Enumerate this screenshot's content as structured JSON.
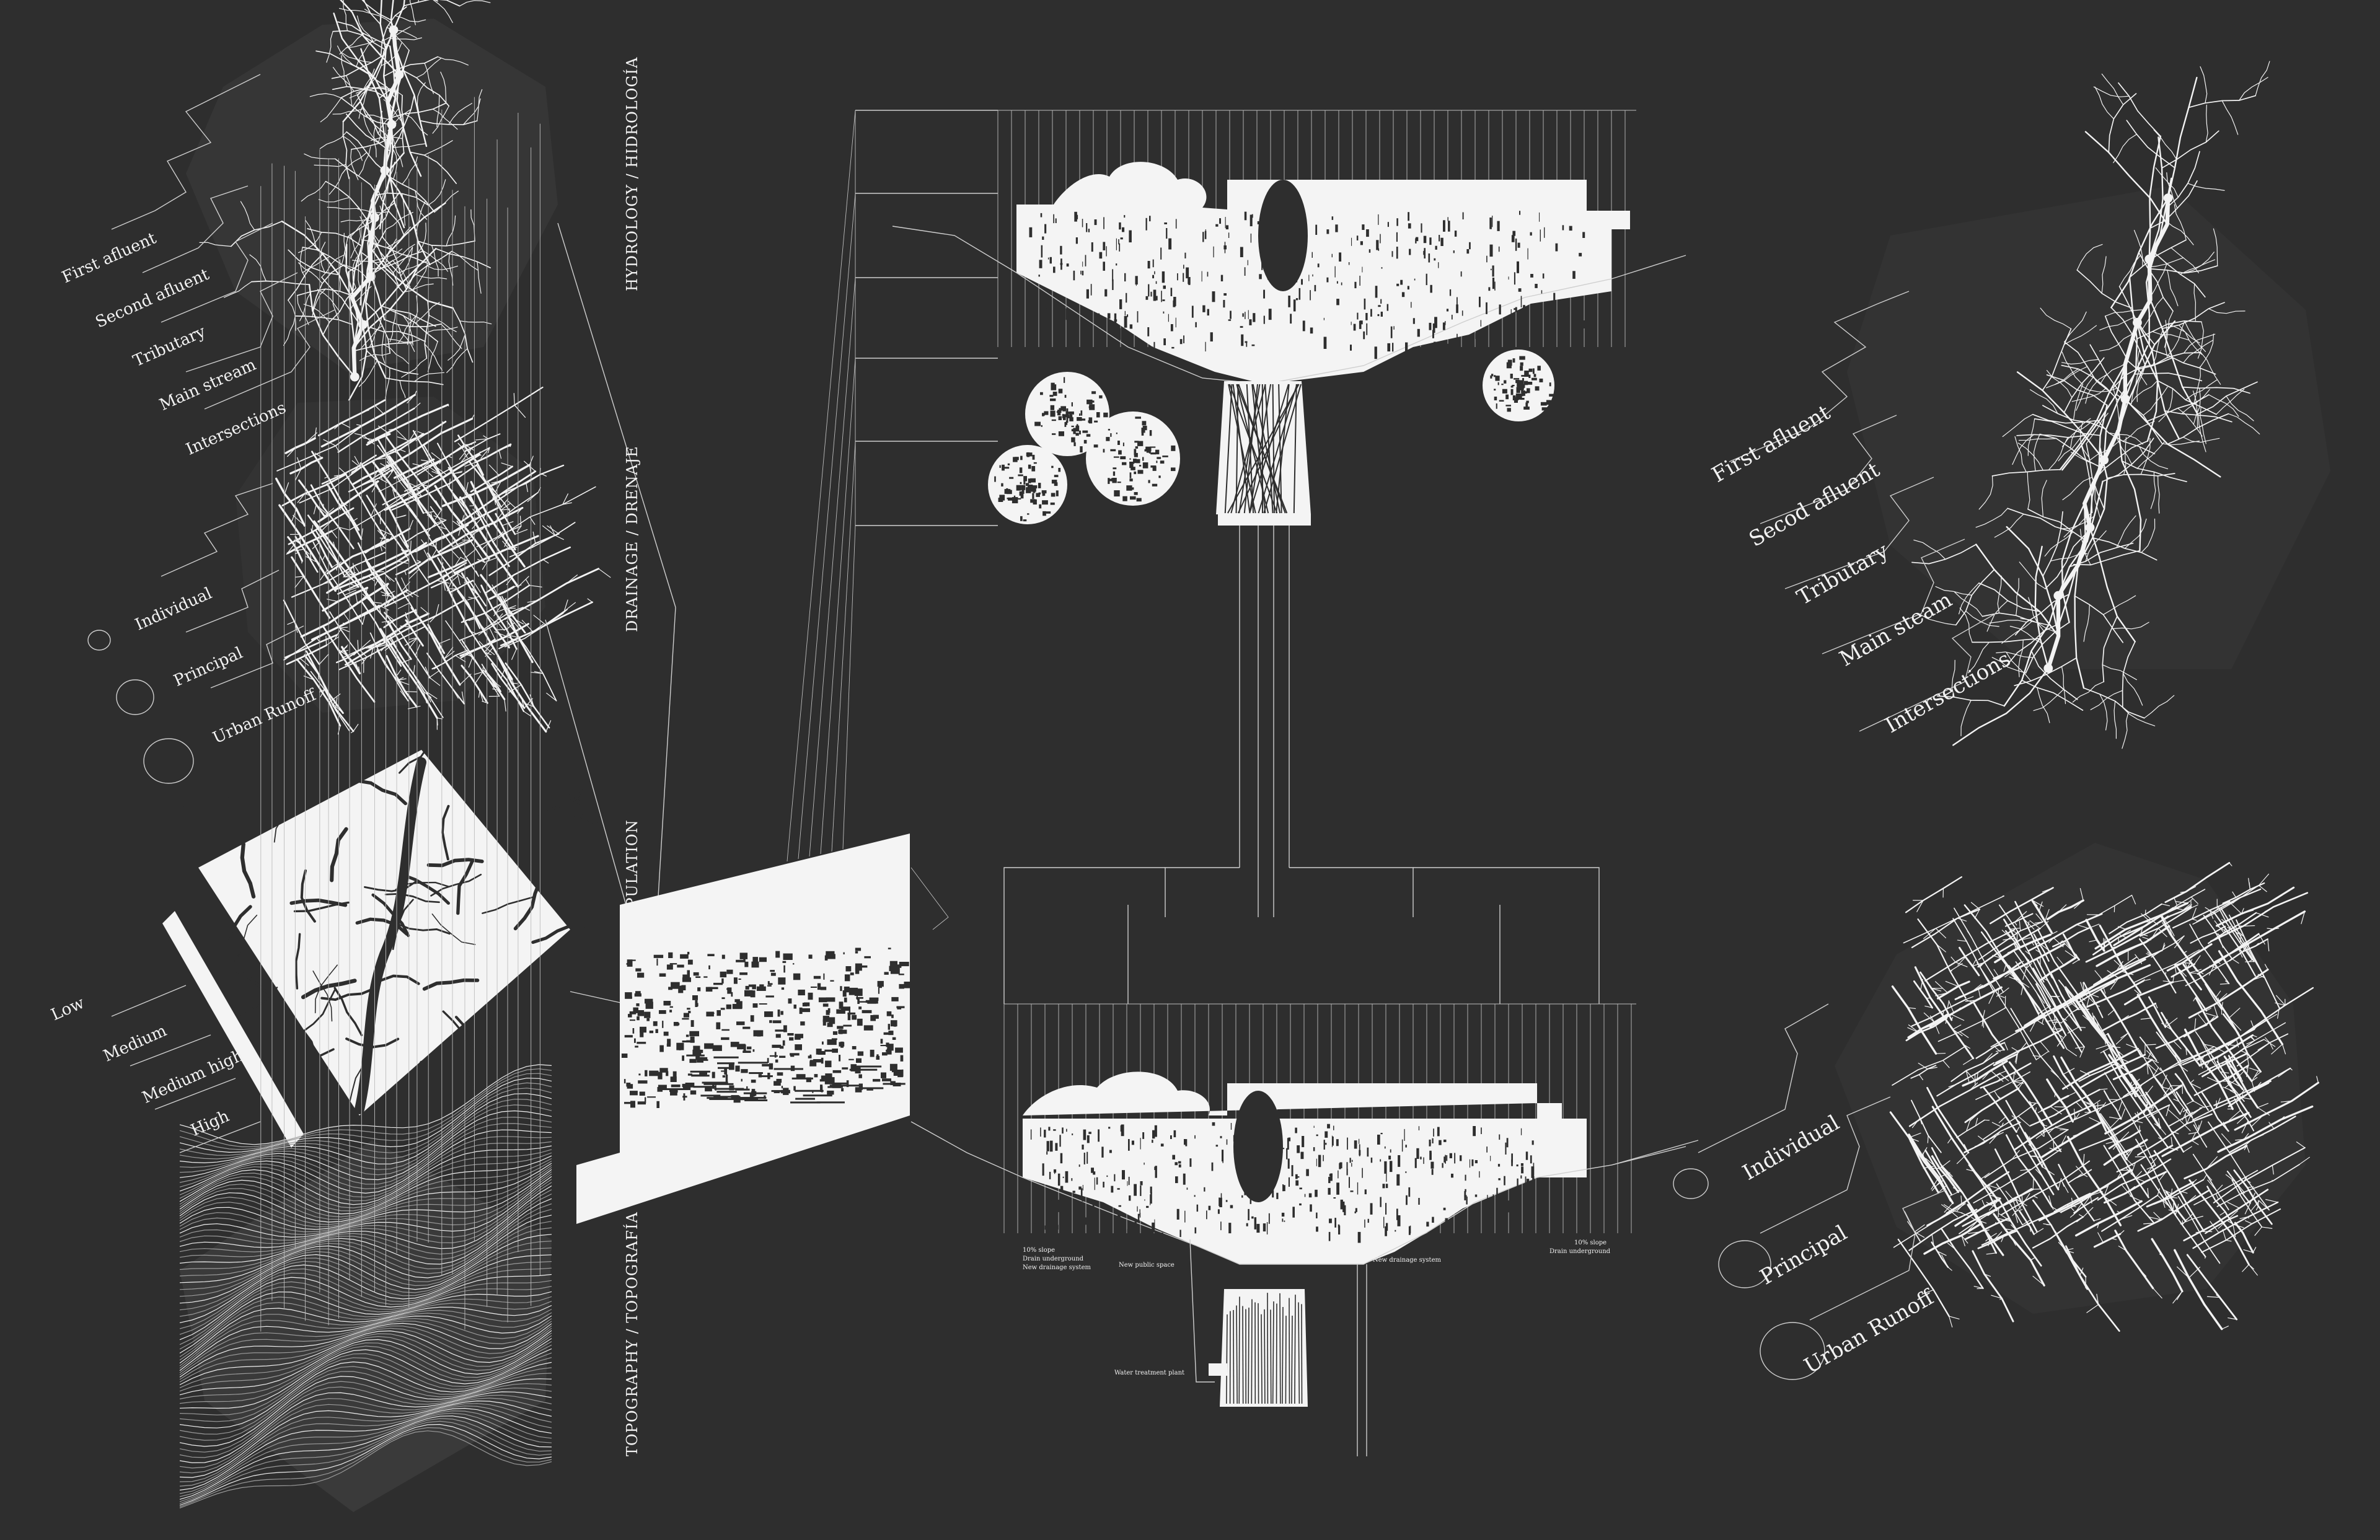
{
  "panel_titles": {
    "hydrology": "HYDROLOGY / HIDROLOGÍA",
    "drainage": "DRAINAGE / DRENAJE",
    "population": "/ POPULATION",
    "topography": "TOPOGRAPHY / TOPOGRAFÍA"
  },
  "hydrology_legend": [
    "First afluent",
    "Second afluent",
    "Tributary",
    "Main stream",
    "Intersections"
  ],
  "drainage_legend": [
    "Individual",
    "Principal",
    "Urban Runoff"
  ],
  "population_legend": [
    "Low",
    "Medium",
    "Medium high",
    "High"
  ],
  "right_hydrology_legend": [
    "First afluent",
    "Secod afluent",
    "Tributary",
    "Main steam",
    "Intersections"
  ],
  "right_drainage_legend": [
    "Individual",
    "Principal",
    "Urban Runoff"
  ],
  "section_notes": {
    "left_slope": "10% slope",
    "left_drain": "Drain underground",
    "left_system": "New drainage system",
    "public_space": "New public space",
    "drainage_system": "New drainage system",
    "right_slope": "10% slope",
    "right_drain": "Drain underground",
    "treatment_plant": "Water treatment plant"
  },
  "colors": {
    "background": "#2e2e2e",
    "ink": "#f4f4f4",
    "lines": "#cfcfcf"
  }
}
